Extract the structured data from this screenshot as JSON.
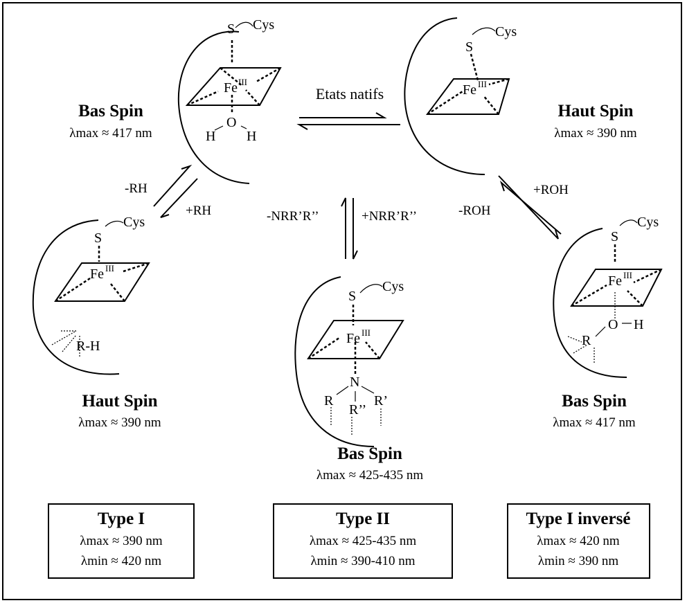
{
  "equilibrium_label": "Etats natifs",
  "states": [
    {
      "title": "Bas Spin",
      "lambda": "λmax ≈ 417 nm"
    },
    {
      "title": "Haut Spin",
      "lambda": "λmax ≈ 390 nm"
    },
    {
      "title": "Haut Spin",
      "lambda": "λmax ≈ 390 nm"
    },
    {
      "title": "Bas Spin",
      "lambda": "λmax ≈ 425-435 nm"
    },
    {
      "title": "Bas Spin",
      "lambda": "λmax ≈ 417 nm"
    }
  ],
  "arrows": {
    "rh_minus": "-RH",
    "rh_plus": "+RH",
    "n_minus": "-NRR’R’’",
    "n_plus": "+NRR’R’’",
    "roh_minus": "-ROH",
    "roh_plus": "+ROH"
  },
  "atoms": {
    "cys": "Cys",
    "s": "S",
    "fe": "Fe",
    "ox": "III",
    "o": "O",
    "h": "H",
    "rh": "R-H",
    "n": "N",
    "r": "R",
    "r2": "R’’",
    "r1": "R’"
  },
  "boxes": [
    {
      "title": "Type I",
      "max": "λmax ≈ 390 nm",
      "min": "λmin ≈ 420 nm"
    },
    {
      "title": "Type II",
      "max": "λmax ≈ 425-435 nm",
      "min": "λmin ≈ 390-410 nm"
    },
    {
      "title": "Type I inversé",
      "max": "λmax ≈ 420 nm",
      "min": "λmin ≈ 390 nm"
    }
  ]
}
